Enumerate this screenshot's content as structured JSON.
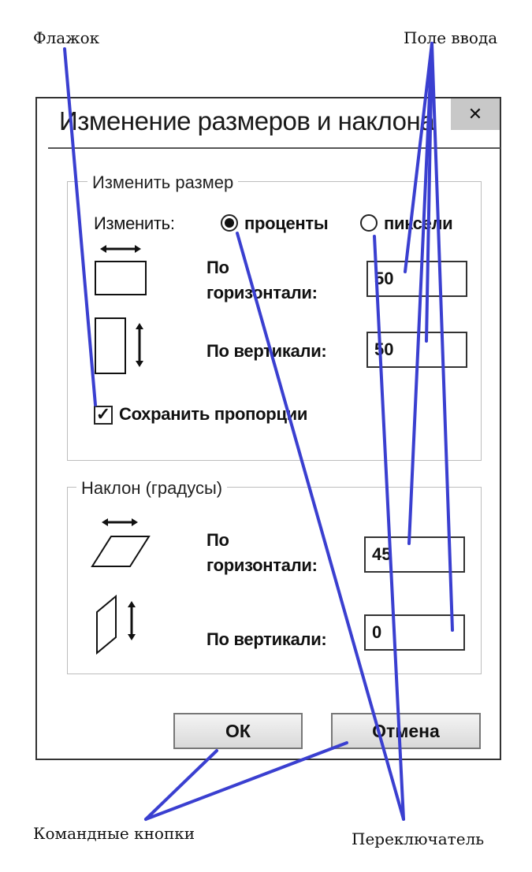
{
  "annotations": {
    "checkbox": "Флажок",
    "input_field": "Поле ввода",
    "command_buttons": "Командные кнопки",
    "radio_switch": "Переключатель"
  },
  "dialog": {
    "title": "Изменение размеров и наклона",
    "close_glyph": "✕",
    "resize_group": {
      "title": "Изменить размер",
      "change_label": "Изменить:",
      "radio_percent": "проценты",
      "radio_pixels": "пиксели",
      "horizontal_label_1": "По",
      "horizontal_label_2": "горизонтали:",
      "horizontal_value": "50",
      "vertical_label": "По вертикали:",
      "vertical_value": "50",
      "keep_ratio_label": "Сохранить пропорции",
      "keep_ratio_checked": true
    },
    "skew_group": {
      "title": "Наклон (градусы)",
      "horizontal_label_1": "По",
      "horizontal_label_2": "горизонтали:",
      "horizontal_value": "45",
      "vertical_label": "По вертикали:",
      "vertical_value": "0"
    },
    "buttons": {
      "ok": "ОК",
      "cancel": "Отмена"
    }
  },
  "colors": {
    "pointer_lines": "#3a3fd0",
    "close_bg": "#c8c8c8"
  }
}
